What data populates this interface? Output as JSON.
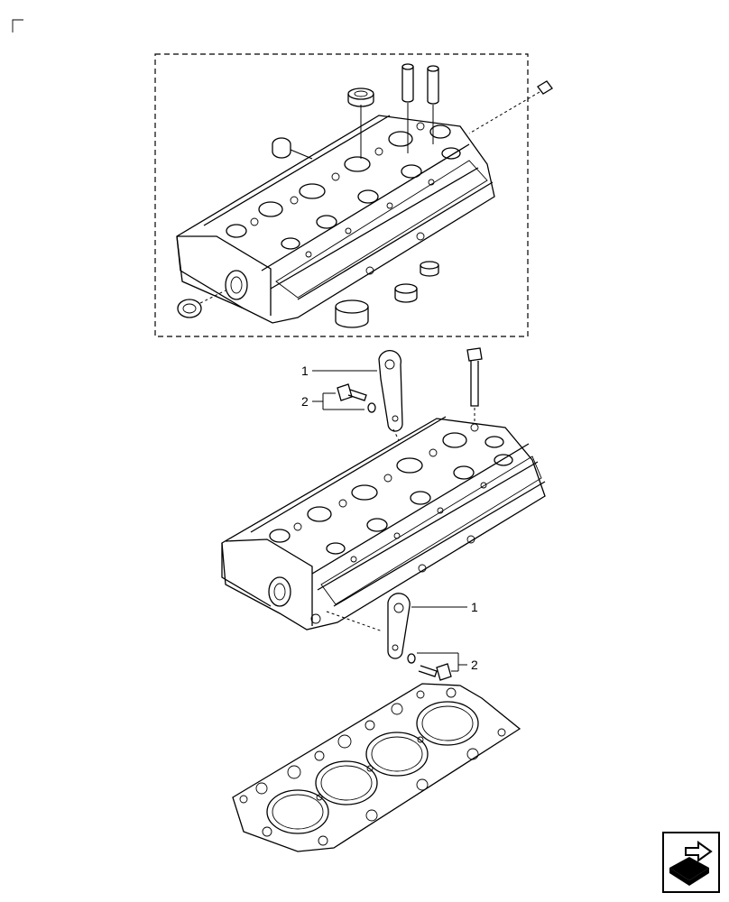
{
  "callouts": {
    "upper_bracket": "1",
    "upper_bolt": "2",
    "lower_bracket": "1",
    "lower_bolt": "2"
  },
  "nav": {
    "icon": "next-page-arrow-icon"
  }
}
